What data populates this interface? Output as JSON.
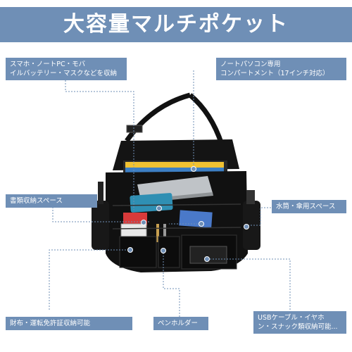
{
  "banner": {
    "title": "大容量マルチポケット",
    "color": "#6f8fb6"
  },
  "labels": {
    "top_left": [
      "スマホ・ノートPC・モバ",
      "イルバッテリー・マスクなどを収納"
    ],
    "top_right": [
      "ノートパソコン専用",
      "コンパートメント（17インチ対応）"
    ],
    "documents": "書類収納スペース",
    "bottle": "水筒・傘用スペース",
    "wallet": "財布・運転免許証収納可能",
    "pen": "ペンホルダー",
    "usb": [
      "USBケーブル・イヤホ",
      "ン・スナック類収納可能..."
    ]
  },
  "colors": {
    "bag": "#111111",
    "accent": "#6f8fb6",
    "folder_yellow": "#f1c232",
    "folder_blue": "#3d7fc4",
    "tablet": "#bfc3c7",
    "tablet_blue": "#2f8fb3",
    "notebook_blue": "#4a79c9",
    "red_card": "#d83a3a"
  }
}
